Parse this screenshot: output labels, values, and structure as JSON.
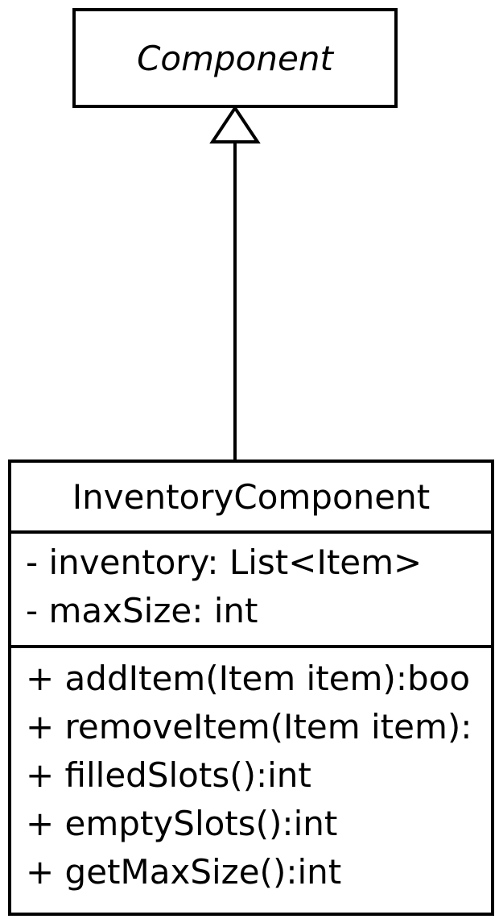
{
  "diagram": {
    "parent": {
      "name": "Component"
    },
    "child": {
      "name": "InventoryComponent",
      "attributes": [
        "- inventory: List<Item>",
        "- maxSize: int"
      ],
      "methods": [
        "+ addItem(Item item):boo",
        "+ removeItem(Item item):",
        "+ filledSlots():int",
        "+ emptySlots():int",
        "+ getMaxSize():int"
      ]
    }
  }
}
